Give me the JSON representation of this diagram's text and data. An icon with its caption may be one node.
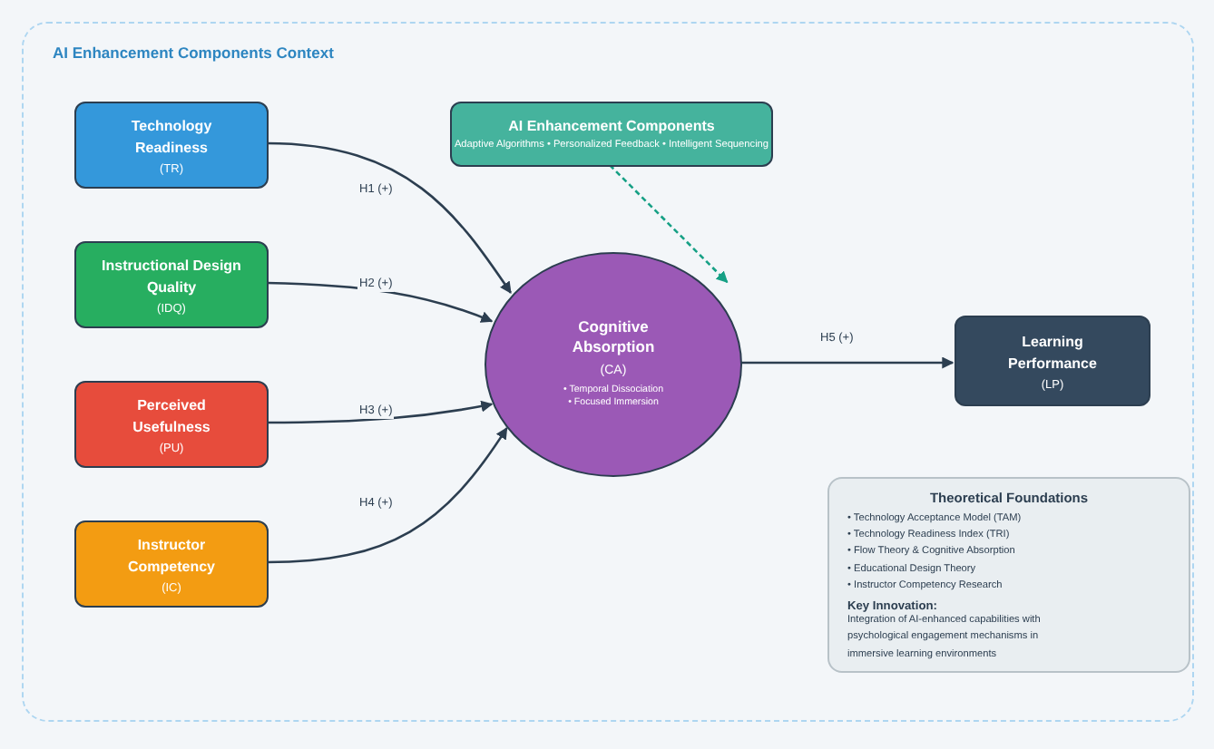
{
  "diagram": {
    "nodes": [
      {
        "text": [
          "AI Enhancement Components Context"
        ]
      },
      {
        "text": [
          "Technology Readiness",
          "(TR)"
        ],
        "in": 0
      },
      {
        "text": [
          "Instructional Design Quality",
          "(IDQ)"
        ],
        "in": 0
      },
      {
        "text": [
          "Perceived Usefulness",
          "(PU)"
        ],
        "in": 0
      },
      {
        "text": [
          "Instructor Competency",
          "(IC)"
        ],
        "in": 0
      },
      {
        "text": [
          "AI Enhancement Components",
          "Adaptive Algorithms • Personalized Feedback • Intelligent Sequencing"
        ],
        "in": 0
      },
      {
        "text": [
          "Cognitive Absorption",
          "(CA)",
          "• Temporal Dissociation",
          "• Focused Immersion"
        ],
        "in": 0
      },
      {
        "text": [
          "Learning Performance",
          "(LP)"
        ],
        "in": 0
      },
      {
        "text": [
          "Theoretical Foundations",
          "• Technology Acceptance Model (TAM)",
          "• Technology Readiness Index (TRI)",
          "• Flow Theory & Cognitive Absorption",
          "• Educational Design Theory",
          "• Instructor Competency Research",
          "Key Innovation:",
          "Integration of AI-enhanced capabilities with psychological engagement mechanisms in immersive learning environments"
        ],
        "in": 0
      }
    ],
    "edges": [
      {
        "from": 1,
        "to": 6,
        "arrow": "to",
        "label": "H1 (+)"
      },
      {
        "from": 2,
        "to": 6,
        "arrow": "to",
        "label": "H2 (+)"
      },
      {
        "from": 3,
        "to": 6,
        "arrow": "to",
        "label": "H3 (+)"
      },
      {
        "from": 4,
        "to": 6,
        "arrow": "to",
        "label": "H4 (+)"
      },
      {
        "from": 6,
        "to": 7,
        "arrow": "to",
        "label": "H5 (+)"
      },
      {
        "from": 5,
        "to": 6,
        "arrow": "to",
        "style": "dashed",
        "color": "#16a085"
      }
    ]
  }
}
